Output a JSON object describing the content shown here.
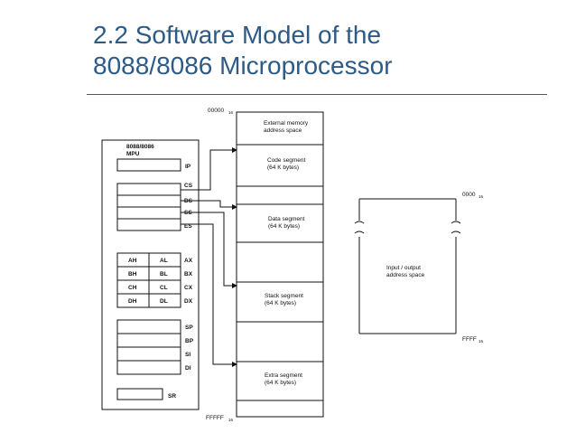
{
  "slide": {
    "title_line1": "2.2 Software Model of the",
    "title_line2": "8088/8086 Microprocessor"
  },
  "colors": {
    "title": "#2e5b86",
    "lines": "#111111"
  },
  "mpu": {
    "name_line1": "8088/8086",
    "name_line2": "MPU",
    "ip": "IP",
    "segment_regs": [
      "CS",
      "DS",
      "SS",
      "ES"
    ],
    "data_regs": [
      {
        "high": "AH",
        "low": "AL",
        "pair": "AX"
      },
      {
        "high": "BH",
        "low": "BL",
        "pair": "BX"
      },
      {
        "high": "CH",
        "low": "CL",
        "pair": "CX"
      },
      {
        "high": "DH",
        "low": "DL",
        "pair": "DX"
      }
    ],
    "pointer_regs": [
      "SP",
      "BP",
      "SI",
      "DI"
    ],
    "status": "SR"
  },
  "memory": {
    "top_address": "00000",
    "top_address_sub": "16",
    "bottom_address": "FFFFF",
    "bottom_address_sub": "16",
    "external_line1": "External memory",
    "external_line2": "address space",
    "segments": [
      {
        "line1": "Code segment",
        "line2": "(64 K bytes)"
      },
      {
        "line1": "Data segment",
        "line2": "(64 K bytes)"
      },
      {
        "line1": "Stack segment",
        "line2": "(64 K bytes)"
      },
      {
        "line1": "Extra segment",
        "line2": "(64 K bytes)"
      }
    ]
  },
  "io": {
    "line1": "Input / output",
    "line2": "address space",
    "top_address": "0000",
    "top_address_sub": "16",
    "bottom_address": "FFFF",
    "bottom_address_sub": "16"
  }
}
